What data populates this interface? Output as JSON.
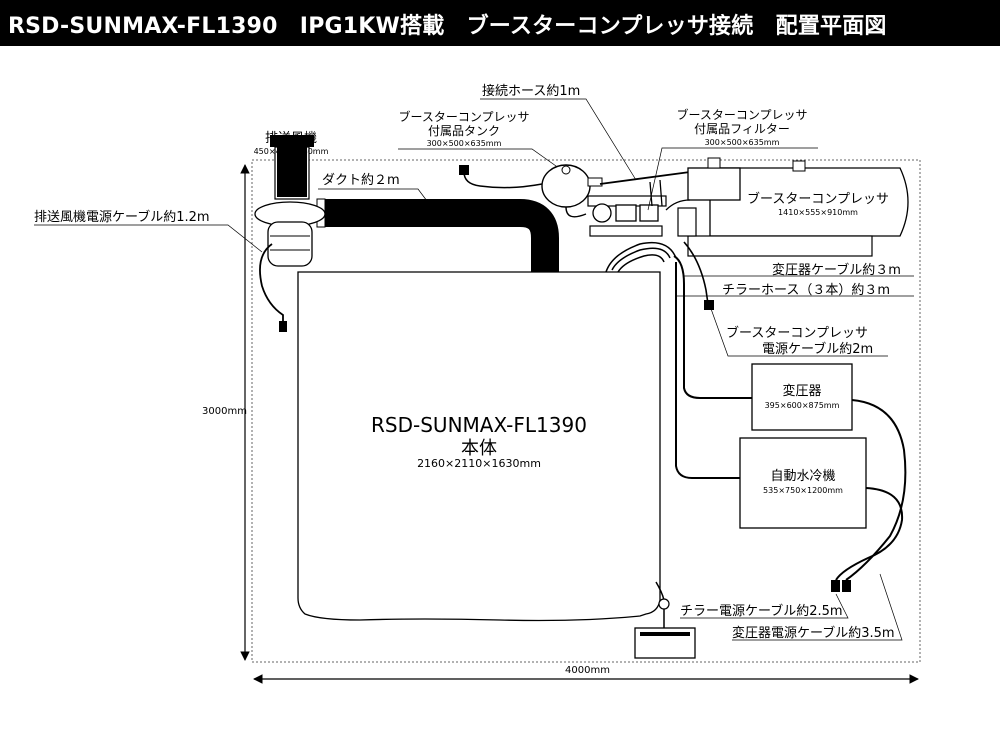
{
  "title": "RSD-SUNMAX-FL1390　IPG1KW搭載　ブースターコンプレッサ接続　配置平面図",
  "labels": {
    "main_unit_model": "RSD-SUNMAX-FL1390",
    "main_unit_name": "本体",
    "main_unit_size": "2160×2110×1630mm",
    "exhaust_fan": "排送風機",
    "exhaust_fan_size": "450×450×480mm",
    "duct": "ダクト約２m",
    "exhaust_fan_cable": "排送風機電源ケーブル約1.2m",
    "connection_hose": "接続ホース約1m",
    "tank_line1": "ブースターコンプレッサ",
    "tank_line2": "付属品タンク",
    "tank_size": "300×500×635mm",
    "filter_line1": "ブースターコンプレッサ",
    "filter_line2": "付属品フィルター",
    "filter_size": "300×500×635mm",
    "compressor": "ブースターコンプレッサ",
    "compressor_size": "1410×555×910mm",
    "transformer_cable": "変圧器ケーブル約３m",
    "chiller_hose": "チラーホース（３本）約３m",
    "compressor_cable_line1": "ブースターコンプレッサ",
    "compressor_cable_line2": "電源ケーブル約2m",
    "transformer": "変圧器",
    "transformer_size": "395×600×875mm",
    "chiller": "自動水冷機",
    "chiller_size": "535×750×1200mm",
    "chiller_power_cable": "チラー電源ケーブル約2.5m",
    "transformer_power_cable": "変圧器電源ケーブル約3.5m",
    "dim_height": "3000mm",
    "dim_width": "4000mm"
  }
}
